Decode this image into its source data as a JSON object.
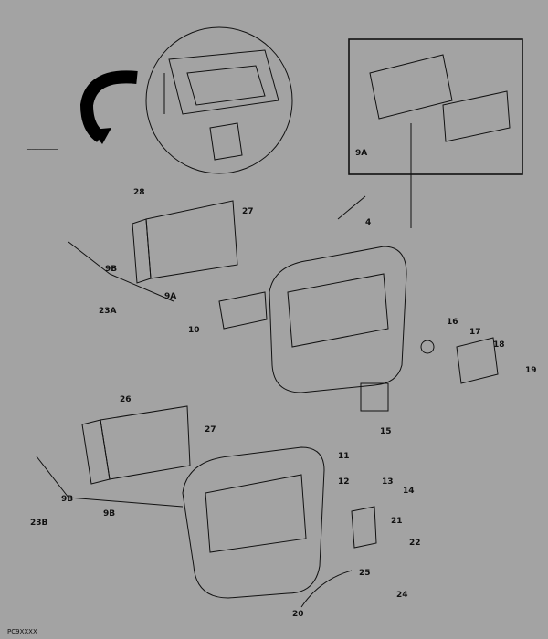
{
  "labels": {
    "l28a": "28",
    "l27a": "27",
    "l9Ba": "9B",
    "l9Aa": "9A",
    "l23A": "23A",
    "l10": "10",
    "l4": "4",
    "l9Ainset": "9A",
    "l16": "16",
    "l17": "17",
    "l18": "18",
    "l19": "19",
    "l15": "15",
    "l11": "11",
    "l12": "12",
    "l13": "13",
    "l14": "14",
    "l26": "26",
    "l27b": "27",
    "l9Bb": "9B",
    "l9Bc": "9B",
    "l23B": "23B",
    "l21": "21",
    "l22": "22",
    "l25": "25",
    "l24": "24",
    "l20": "20"
  },
  "footer_code": "PC9XXXX"
}
